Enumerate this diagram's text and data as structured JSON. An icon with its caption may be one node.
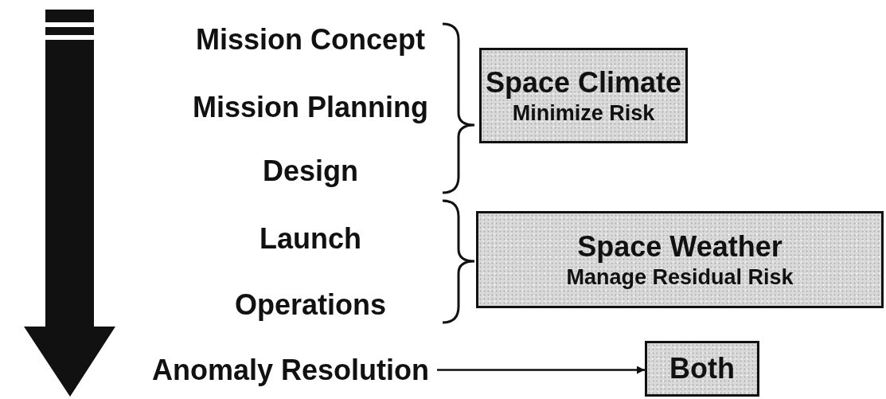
{
  "diagram": {
    "nodes": [
      {
        "text": [
          "Mission Concept"
        ]
      },
      {
        "text": [
          "Mission Planning"
        ]
      },
      {
        "text": [
          "Design"
        ]
      },
      {
        "text": [
          "Launch"
        ]
      },
      {
        "text": [
          "Operations"
        ]
      },
      {
        "text": [
          "Anomaly Resolution"
        ]
      },
      {
        "text": [
          "Space Climate",
          "Minimize Risk"
        ]
      },
      {
        "text": [
          "Space Weather",
          "Manage Residual Risk"
        ]
      },
      {
        "text": [
          "Both"
        ]
      }
    ],
    "edges": [
      {
        "from": 5,
        "to": 8,
        "arrow": "to"
      }
    ]
  }
}
